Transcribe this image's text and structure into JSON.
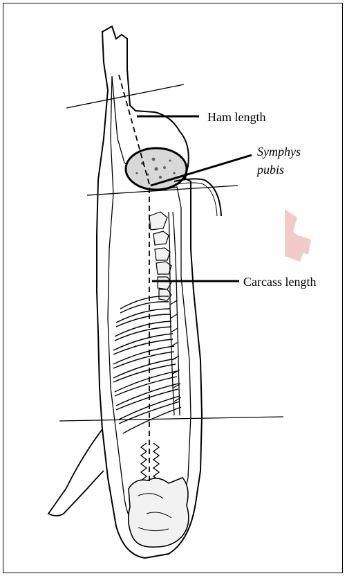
{
  "labels": {
    "ham_length": "Ham length",
    "symphys": "Symphys",
    "pubis": "pubis",
    "carcass_length": "Carcass length"
  },
  "colors": {
    "ink": "#000000",
    "watermark": "#e8a0a0",
    "bone_fill": "#f2f2f2"
  }
}
